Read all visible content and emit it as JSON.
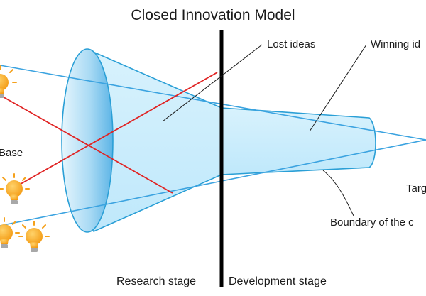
{
  "diagram": {
    "title": "Closed Innovation Model",
    "labels": {
      "lost_ideas": "Lost ideas",
      "winning_ideas": "Winning id",
      "knowledge_base": "Base",
      "target": "Targ",
      "boundary": "Boundary of the c",
      "research_stage": "Research stage",
      "development_stage": "Development stage"
    },
    "colors": {
      "funnel_fill": "#cdeefc",
      "funnel_stroke": "#2a9fd6",
      "funnel_mouth_dark": "#5cb4e6",
      "winning_path": "#3ba3e0",
      "lost_path": "#e02424",
      "stage_divider": "#000000",
      "bulb": "#f5a11c",
      "bulb_base": "#a8a8a8",
      "leader_line": "#1a1a1a"
    },
    "icons": {
      "idea": "lightbulb-icon"
    }
  }
}
